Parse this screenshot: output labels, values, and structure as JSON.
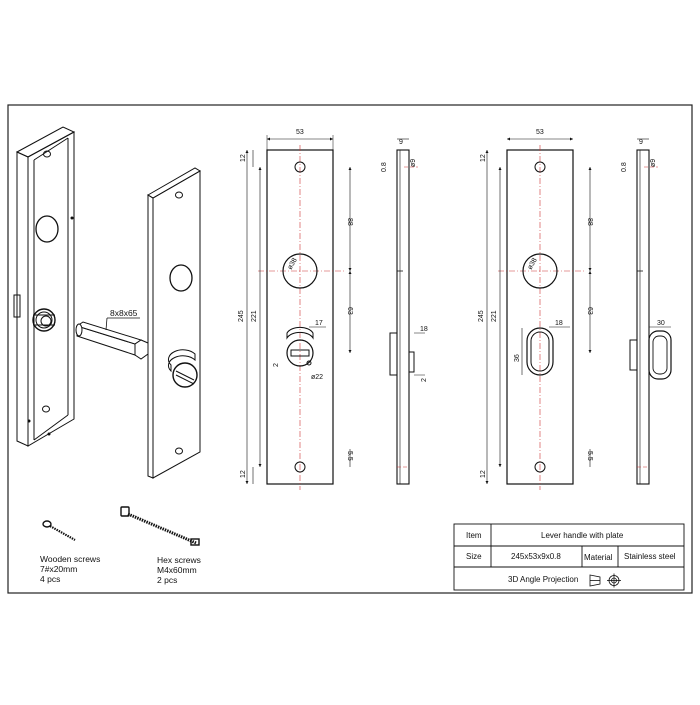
{
  "callouts": {
    "handle_size": "8x8x65",
    "wooden_screws": {
      "name": "Wooden screws",
      "size": "7#x20mm",
      "qty": "4 pcs"
    },
    "hex_screws": {
      "name": "Hex screws",
      "size": "M4x60mm",
      "qty": "2 pcs"
    }
  },
  "dimensions": {
    "width": "53",
    "thickness": "9",
    "sheet": "0.8",
    "hole_dia_small": "ø9",
    "top_offset": "12",
    "hole_to_center": "88",
    "total_length": "245",
    "hole_pitch": "221",
    "center_to_lower": "63",
    "bottom_offset": "12",
    "screw_offset": "5.5",
    "bore": "ø38",
    "knob_width": "17",
    "knob_offset": "2",
    "knob_dia": "ø22",
    "knob_depth": "18",
    "knob_proj": "2",
    "slot_width": "18",
    "slot_height": "36",
    "slot_depth": "30"
  },
  "title_block": {
    "item_label": "Item",
    "item_value": "Lever handle with plate",
    "size_label": "Size",
    "size_value": "245x53x9x0.8",
    "material_label": "Material",
    "material_value": "Stainless steel",
    "projection": "3D Angle Projection"
  }
}
